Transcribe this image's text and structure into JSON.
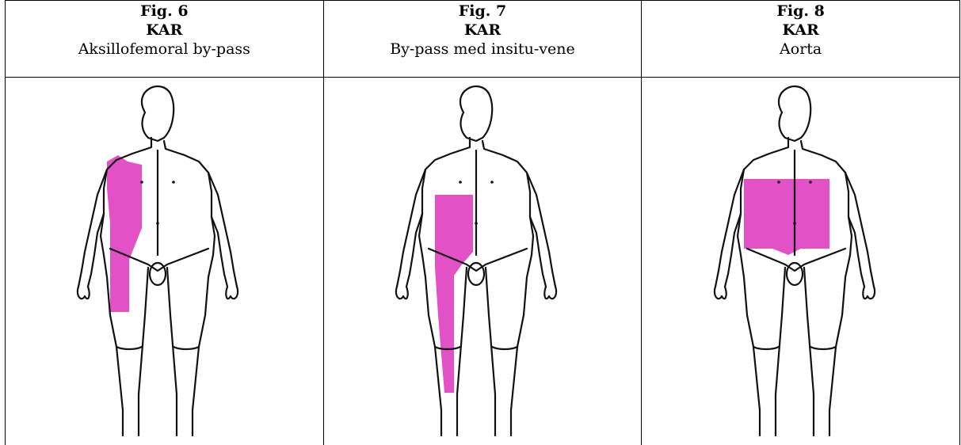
{
  "figures": [
    {
      "number": "Fig. 6",
      "category": "KAR",
      "caption": "Aksillofemoral by-pass",
      "highlight": "#dd33bb",
      "region": "left-trunk-thigh"
    },
    {
      "number": "Fig. 7",
      "category": "KAR",
      "caption": "By-pass med insitu-vene",
      "highlight": "#dd33bb",
      "region": "left-abdomen-leg"
    },
    {
      "number": "Fig. 8",
      "category": "KAR",
      "caption": "Aorta",
      "highlight": "#dd33bb",
      "region": "abdomen"
    }
  ]
}
